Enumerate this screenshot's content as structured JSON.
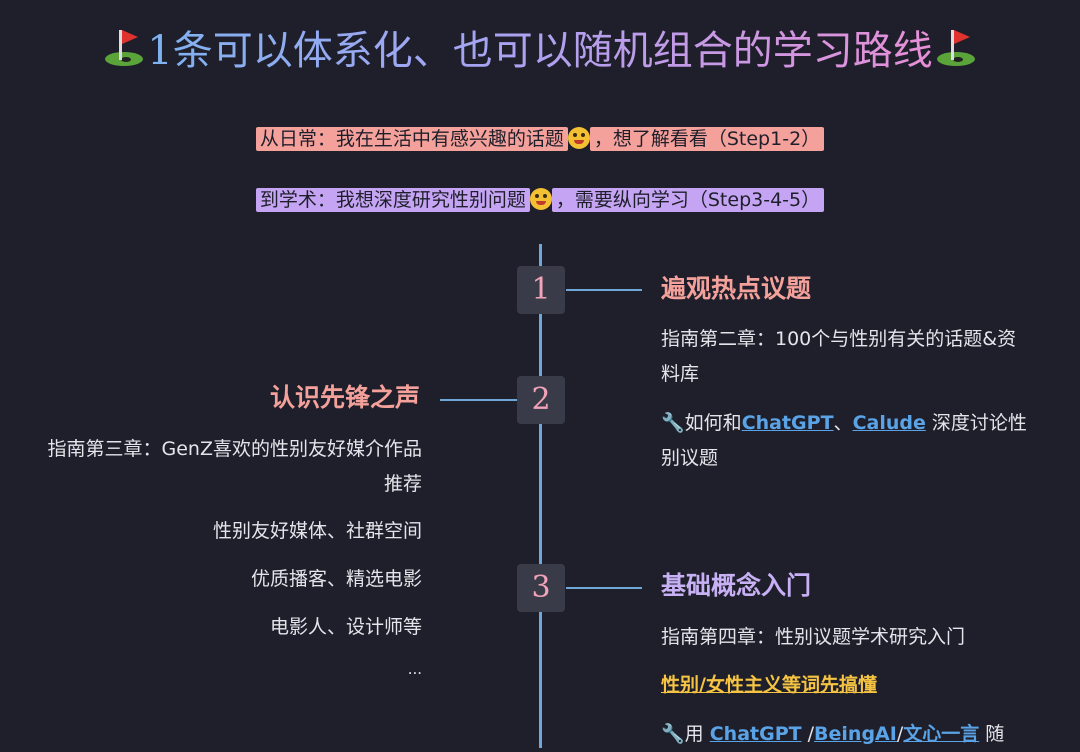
{
  "title": {
    "text": "1条可以体系化、也可以随机组合的学习路线",
    "emoji_left": "golf-flag-icon",
    "emoji_right": "golf-flag-icon"
  },
  "intro": {
    "daily": {
      "text_before": "从日常：我在生活中有感兴趣的话题",
      "text_after": "，想了解看看（Step1-2）",
      "emoji": "grinning-face-icon"
    },
    "academic": {
      "text_before": "到学术：我想深度研究性别问题",
      "text_after": "，需要纵向学习（Step3-4-5）",
      "emoji": "thinking-face-icon"
    }
  },
  "colors": {
    "background": "#1e1f2b",
    "timeline": "#6ea7d8",
    "pink": "#f5a19b",
    "purple": "#c5a5f3",
    "link": "#5aa3e6",
    "yellow": "#f6c442"
  },
  "steps": [
    {
      "number": "1",
      "heading": "遍观热点议题",
      "desc": "指南第二章：100个与性别有关的话题&资料库",
      "tool_prefix": "如何和",
      "tool_link1": "ChatGPT",
      "tool_sep": "、",
      "tool_link2": "Calude",
      "tool_suffix": " 深度讨论性别议题"
    },
    {
      "number": "2",
      "heading": "认识先锋之声",
      "desc": "指南第三章：GenZ喜欢的性别友好媒介作品推荐",
      "items": [
        "性别友好媒体、社群空间",
        "优质播客、精选电影",
        "电影人、设计师等",
        "..."
      ]
    },
    {
      "number": "3",
      "heading": "基础概念入门",
      "desc": "指南第四章：性别议题学术研究入门",
      "highlight": "性别/女性主义等词先搞懂",
      "tool_prefix": "用 ",
      "tool_link1": "ChatGPT",
      "tool_sep1": " /",
      "tool_link2": "BeingAI",
      "tool_sep2": "/",
      "tool_link3": "文心一言",
      "tool_suffix": " 随"
    }
  ]
}
